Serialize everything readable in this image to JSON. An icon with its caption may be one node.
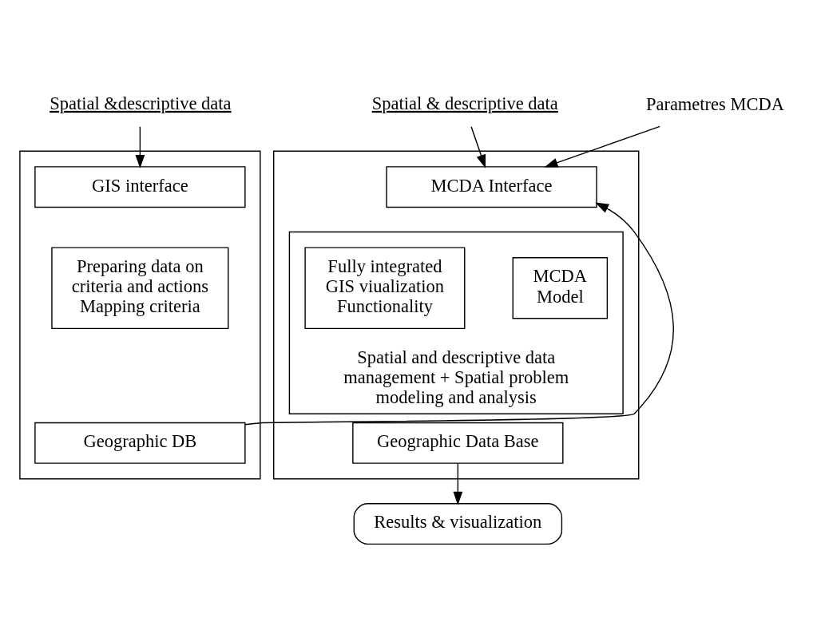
{
  "diagram": {
    "nodes": [
      {
        "text": [
          "Spatial &descriptive data"
        ]
      },
      {
        "text": [
          "Spatial & descriptive data"
        ]
      },
      {
        "text": [
          "Parametres MCDA"
        ]
      },
      {
        "text": [],
        "shape": "box"
      },
      {
        "text": [
          "GIS interface"
        ],
        "in": 3
      },
      {
        "text": [
          "Preparing data on criteria and actions",
          "Mapping criteria"
        ],
        "in": 3
      },
      {
        "text": [
          "Geographic DB"
        ],
        "in": 3
      },
      {
        "text": [],
        "shape": "box"
      },
      {
        "text": [
          "MCDA Interface"
        ],
        "in": 7
      },
      {
        "text": [
          "Spatial and descriptive data management + Spatial problem modeling and analysis"
        ],
        "in": 7
      },
      {
        "text": [
          "Fully integrated GIS viualization Functionality"
        ],
        "in": 9
      },
      {
        "text": [
          "MCDA Model"
        ],
        "in": 9
      },
      {
        "text": [
          "Geographic Data Base"
        ],
        "in": 7
      },
      {
        "text": [
          "Results & visualization"
        ]
      }
    ],
    "edges": [
      {
        "from": 0,
        "to": 4,
        "arrow": "to"
      },
      {
        "from": 1,
        "to": 8,
        "arrow": "to"
      },
      {
        "from": 2,
        "to": 8,
        "arrow": "to"
      },
      {
        "from": 6,
        "to": 8,
        "arrow": "to"
      },
      {
        "from": 12,
        "to": 13,
        "arrow": "to"
      }
    ]
  }
}
